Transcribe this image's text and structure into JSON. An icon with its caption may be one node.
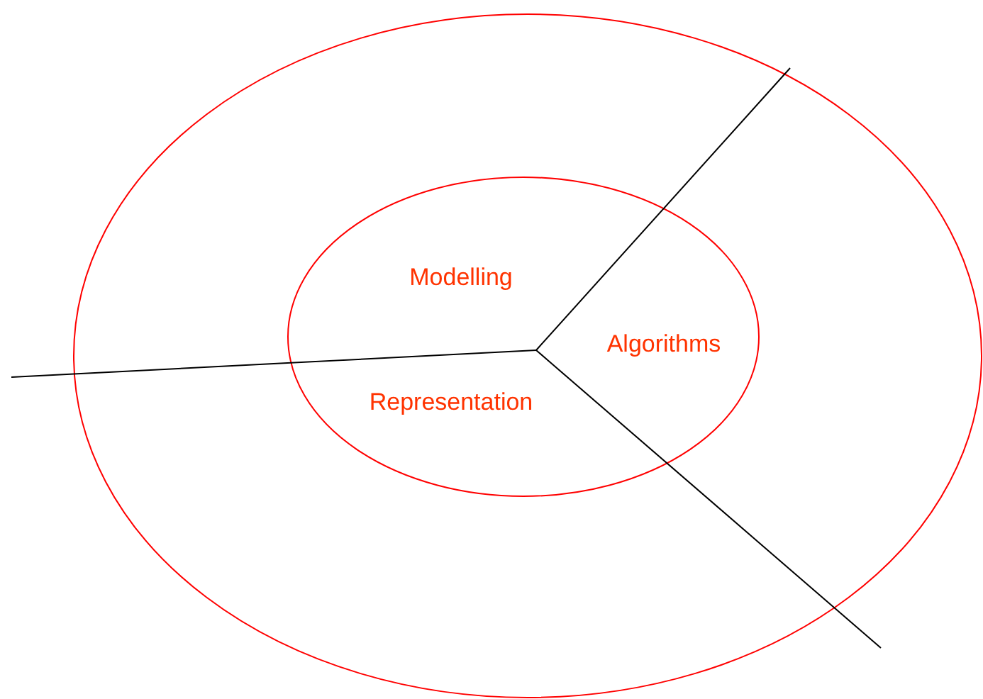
{
  "diagram": {
    "nodes": [
      {
        "text": [],
        "shape": "circle"
      },
      {
        "text": [
          "Modelling",
          "Algorithms",
          "Representation"
        ],
        "in": 0
      }
    ]
  }
}
